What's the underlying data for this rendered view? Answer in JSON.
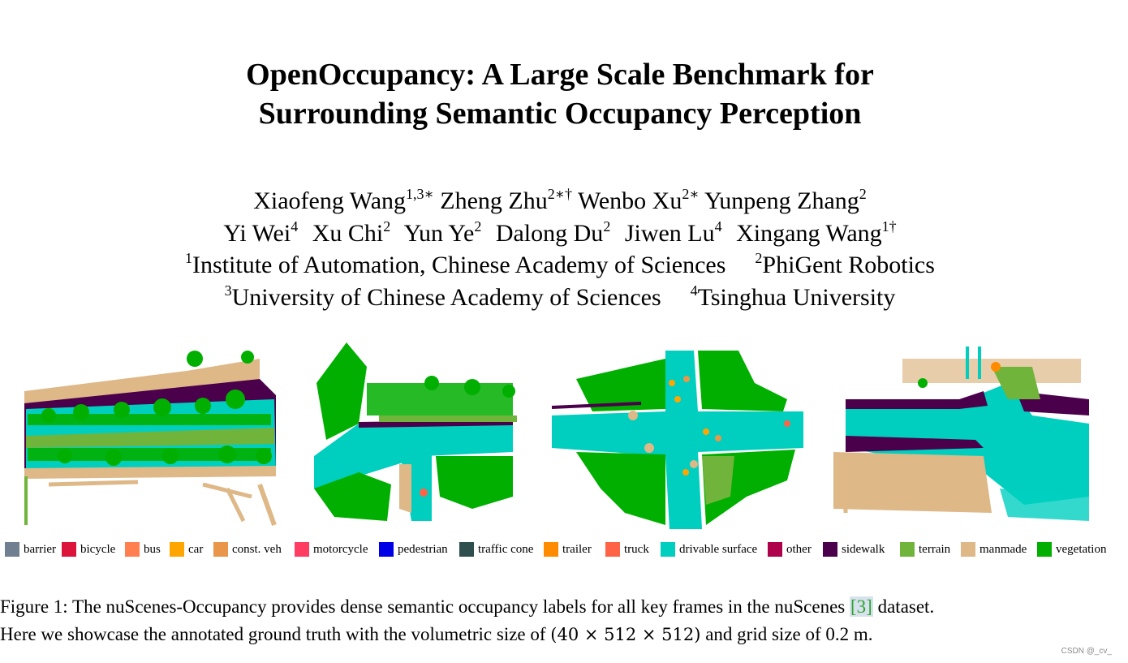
{
  "title": {
    "line1": "OpenOccupancy: A Large Scale Benchmark for",
    "line2": "Surrounding Semantic Occupancy Perception"
  },
  "authors": {
    "row1": [
      {
        "name": "Xiaofeng Wang",
        "sup": "1,3∗"
      },
      {
        "name": "Zheng Zhu",
        "sup": "2∗†"
      },
      {
        "name": "Wenbo Xu",
        "sup": "2∗"
      },
      {
        "name": "Yunpeng Zhang",
        "sup": "2"
      }
    ],
    "row2": [
      {
        "name": "Yi Wei",
        "sup": "4"
      },
      {
        "name": "Xu Chi",
        "sup": "2"
      },
      {
        "name": "Yun Ye",
        "sup": "2"
      },
      {
        "name": "Dalong Du",
        "sup": "2"
      },
      {
        "name": "Jiwen Lu",
        "sup": "4"
      },
      {
        "name": "Xingang Wang",
        "sup": "1†"
      }
    ]
  },
  "affiliations": {
    "row1": [
      {
        "sup": "1",
        "name": "Institute of Automation, Chinese Academy of Sciences"
      },
      {
        "sup": "2",
        "name": "PhiGent Robotics"
      }
    ],
    "row2": [
      {
        "sup": "3",
        "name": "University of Chinese Academy of Sciences"
      },
      {
        "sup": "4",
        "name": "Tsinghua University"
      }
    ]
  },
  "legend": [
    {
      "label": "barrier",
      "color": "#708090"
    },
    {
      "label": "bicycle",
      "color": "#dc143c"
    },
    {
      "label": "bus",
      "color": "#ff7f50"
    },
    {
      "label": "car",
      "color": "#ffa500"
    },
    {
      "label": "const. veh",
      "color": "#e9964a"
    },
    {
      "label": "motorcycle",
      "color": "#ff3d63"
    },
    {
      "label": "pedestrian",
      "color": "#0000e6"
    },
    {
      "label": "traffic cone",
      "color": "#2f4f4f"
    },
    {
      "label": "trailer",
      "color": "#ff8c00"
    },
    {
      "label": "truck",
      "color": "#ff6347"
    },
    {
      "label": "drivable surface",
      "color": "#00cfbf"
    },
    {
      "label": "other",
      "color": "#af004b"
    },
    {
      "label": "sidewalk",
      "color": "#4b004b"
    },
    {
      "label": "terrain",
      "color": "#70b43c"
    },
    {
      "label": "manmade",
      "color": "#deb887"
    },
    {
      "label": "vegetation",
      "color": "#00af00"
    }
  ],
  "caption": {
    "line1_a": "Figure 1: The nuScenes-Occupancy provides dense semantic occupancy labels for all key frames in the nuScenes ",
    "cite": "[3]",
    "line1_b": " dataset.",
    "line2_a": "Here we showcase the annotated ground truth with the volumetric size of ",
    "math": "(40 × 512 × 512)",
    "line2_b": " and grid size of 0.2 m."
  },
  "watermark": "CSDN @_cv_"
}
